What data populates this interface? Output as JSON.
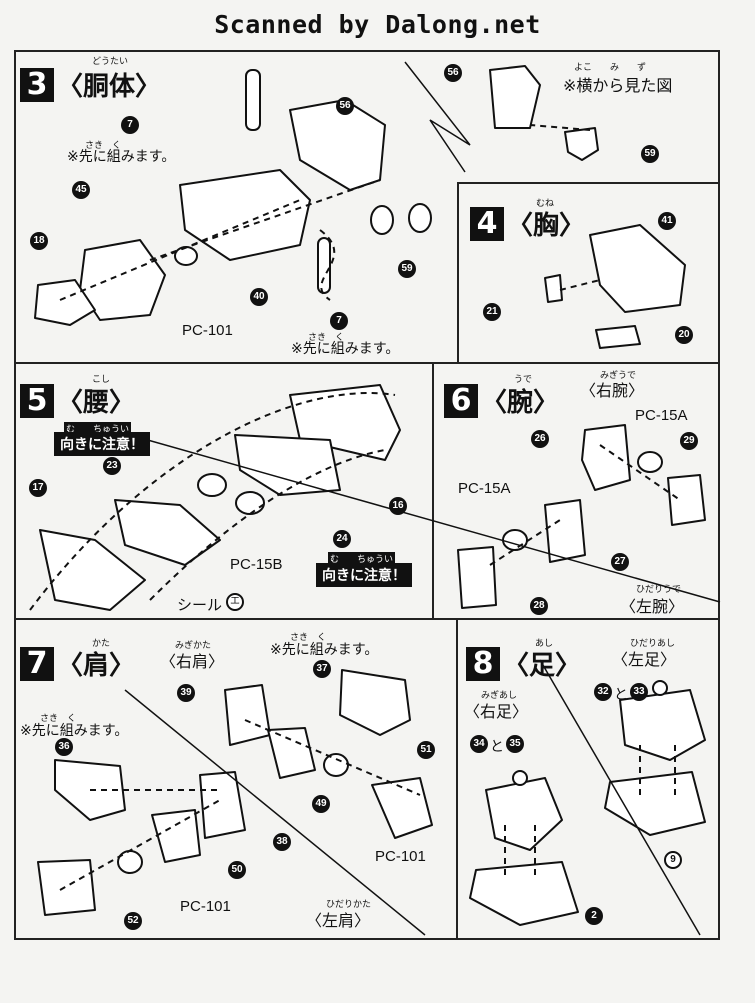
{
  "header": "Scanned by Dalong.net",
  "steps": {
    "s3": {
      "num": "3",
      "title": "〈胴体〉",
      "ruby": "どうたい",
      "side_view_ruby": "よこ　　み　　ず",
      "side_view": "※横から見た図",
      "note1_ruby": "さき　く",
      "note1": "※先に組みます。",
      "note2_ruby": "さき　く",
      "note2": "※先に組みます。",
      "pc": "PC-101",
      "parts": [
        "7",
        "56",
        "45",
        "18",
        "40",
        "59",
        "7",
        "56",
        "59"
      ]
    },
    "s4": {
      "num": "4",
      "title": "〈胸〉",
      "ruby": "むね",
      "parts": [
        "41",
        "21",
        "20"
      ]
    },
    "s5": {
      "num": "5",
      "title": "〈腰〉",
      "ruby": "こし",
      "warn1_ruby": "む　　ちゅうい",
      "warn1": "向きに注意！",
      "warn2_ruby": "む　　ちゅうい",
      "warn2": "向きに注意！",
      "pc": "PC-15B",
      "seal": "シール",
      "seal_mark": "エ",
      "parts": [
        "23",
        "17",
        "16",
        "24"
      ]
    },
    "s6": {
      "num": "6",
      "title": "〈腕〉",
      "ruby": "うで",
      "right_ruby": "みぎうで",
      "right": "〈右腕〉",
      "left_ruby": "ひだりうで",
      "left": "〈左腕〉",
      "pc_a": "PC-15A",
      "pc_b": "PC-15A",
      "parts": [
        "26",
        "29",
        "27",
        "28"
      ]
    },
    "s7": {
      "num": "7",
      "title": "〈肩〉",
      "ruby": "かた",
      "right_ruby": "みぎかた",
      "right": "〈右肩〉",
      "left_ruby": "ひだりかた",
      "left": "〈左肩〉",
      "note1_ruby": "さき　く",
      "note1": "※先に組みます。",
      "note2_ruby": "さき　く",
      "note2": "※先に組みます。",
      "pc_a": "PC-101",
      "pc_b": "PC-101",
      "parts": [
        "37",
        "39",
        "36",
        "51",
        "49",
        "38",
        "50",
        "52"
      ]
    },
    "s8": {
      "num": "8",
      "title": "〈足〉",
      "ruby": "あし",
      "right_ruby": "みぎあし",
      "right": "〈右足〉",
      "left_ruby": "ひだりあし",
      "left": "〈左足〉",
      "and": "と",
      "parts": [
        "32",
        "33",
        "34",
        "35",
        "9",
        "2"
      ]
    }
  }
}
